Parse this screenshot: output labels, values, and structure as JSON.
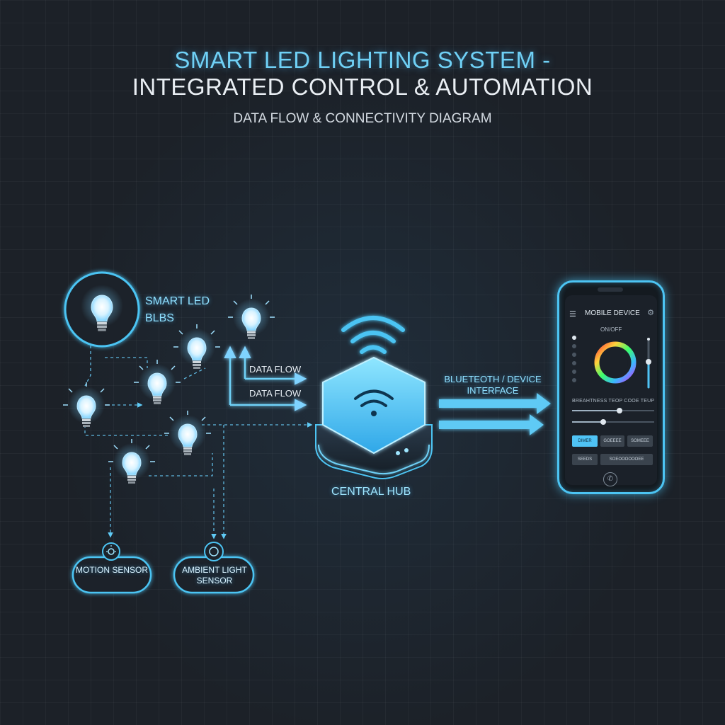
{
  "header": {
    "title_line1": "SMART LED LIGHTING SYSTEM -",
    "title_line2": "INTEGRATED CONTROL & AUTOMATION",
    "subtitle": "DATA FLOW & CONNECTIVITY DIAGRAM"
  },
  "labels": {
    "smart_bulbs": "SMART LED BLBS",
    "data_flow_1": "DATA FLOW",
    "data_flow_2": "DATA FLOW",
    "bluetooth": "BLUETEOTH / DEVICE INTERFACE",
    "central_hub": "CENTRAL HUB",
    "motion_sensor": "MOTION SENSOR",
    "ambient_sensor": "AMBIENT LIGHT SENSOR"
  },
  "phone": {
    "title": "MOBILE DEVICE",
    "onoff": "ON/OFF",
    "slider_labels": "BREAHTNESS TEOP  COOE TEUP",
    "buttons_row1": [
      "DIMER",
      "GOEEEE",
      "SOMEEE"
    ],
    "buttons_row2": [
      "SEEDS",
      "SOEOOOOOOEE"
    ]
  },
  "colors": {
    "accent": "#4cc4f3",
    "glow": "#8fe0ff",
    "background": "#1c2128"
  },
  "icons": [
    "lightbulb-icon",
    "wifi-icon",
    "hub-icon",
    "motion-sensor-icon",
    "ambient-sensor-icon",
    "phone-icon",
    "color-wheel-icon"
  ]
}
